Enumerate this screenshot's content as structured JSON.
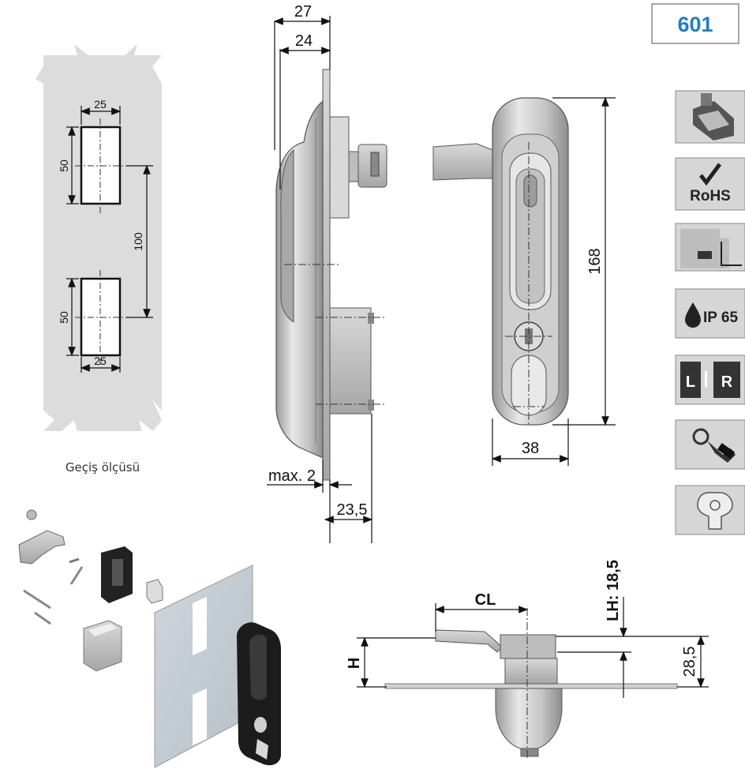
{
  "badge": "601",
  "cutout": {
    "w_top": "25",
    "h_top": "50",
    "spacing": "100",
    "h_bottom": "50",
    "w_bottom": "25",
    "caption": "Geçiş ölçüsü"
  },
  "side_view": {
    "d27": "27",
    "d24": "24",
    "max2": "max. 2",
    "d235": "23,5"
  },
  "front_view": {
    "h168": "168",
    "w38": "38"
  },
  "bottom_view": {
    "cl": "CL",
    "lh": "LH: 18,5",
    "h": "H",
    "d285": "28,5"
  },
  "icons": {
    "rohs": "RoHS",
    "ip": "IP 65",
    "left": "L",
    "right": "R"
  },
  "colors": {
    "accent": "#1f7fc1",
    "panel_gray": "#dcdcdc",
    "icon_bg": "#d6d6d6"
  }
}
